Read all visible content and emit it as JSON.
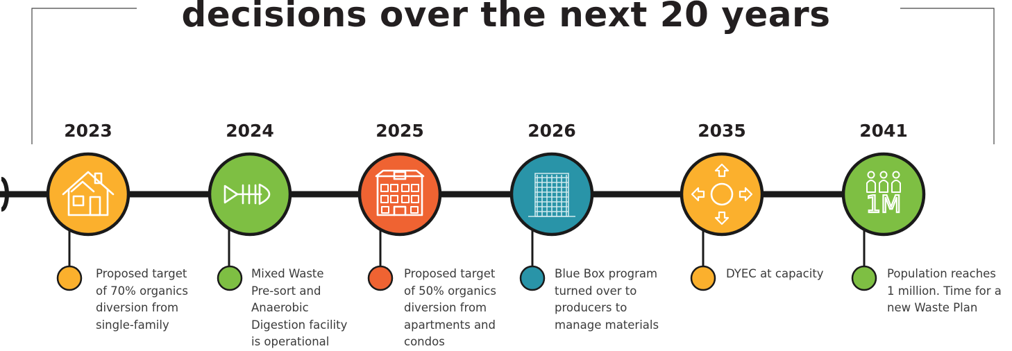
{
  "title": "decisions over the next 20 years",
  "colors": {
    "orange": "#fbb02d",
    "green": "#7ebf43",
    "red_orange": "#ef6332",
    "teal": "#2994a8",
    "line": "#1a1a1a"
  },
  "milestones": [
    {
      "year": "2023",
      "icon": "house-icon",
      "color": "#fbb02d",
      "description": [
        "Proposed target",
        "of 70% organics",
        "diversion from",
        "single-family"
      ]
    },
    {
      "year": "2024",
      "icon": "fish-bone-icon",
      "color": "#7ebf43",
      "description": [
        "Mixed Waste",
        "Pre-sort and",
        "Anaerobic",
        "Digestion facility",
        "is operational"
      ]
    },
    {
      "year": "2025",
      "icon": "apartment-building-icon",
      "color": "#ef6332",
      "description": [
        "Proposed target",
        "of 50% organics",
        "diversion from",
        "apartments and",
        "condos"
      ]
    },
    {
      "year": "2026",
      "icon": "highrise-building-icon",
      "color": "#2994a8",
      "description": [
        "Blue Box program",
        "turned over to",
        "producers to",
        "manage materials"
      ]
    },
    {
      "year": "2035",
      "icon": "expanding-arrows-icon",
      "color": "#fbb02d",
      "description": [
        "DYEC at capacity"
      ]
    },
    {
      "year": "2041",
      "icon": "population-icon",
      "color": "#7ebf43",
      "icon_label": "1M",
      "description": [
        "Population reaches",
        "1 million. Time for a",
        "new Waste Plan"
      ]
    }
  ]
}
